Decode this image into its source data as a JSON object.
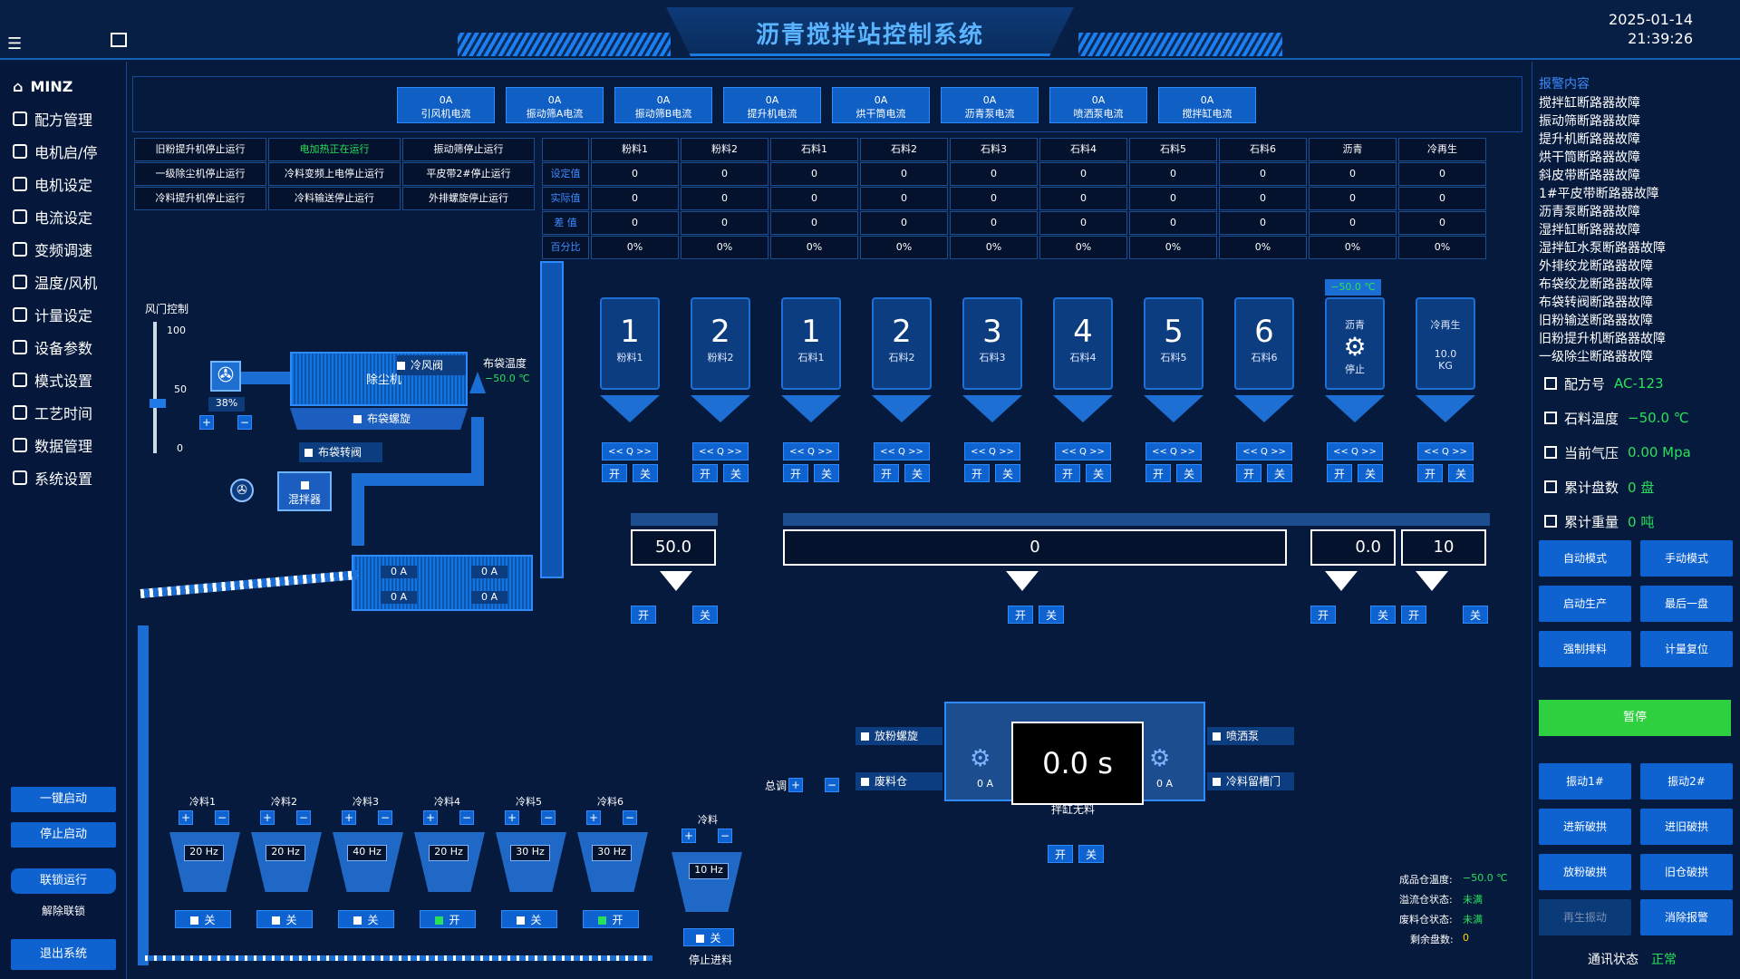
{
  "header": {
    "title": "沥青搅拌站控制系统",
    "date": "2025-01-14",
    "time": "21:39:26"
  },
  "sidebar": {
    "brand": "MINZ",
    "items": [
      "配方管理",
      "电机启/停",
      "电机设定",
      "电流设定",
      "变频调速",
      "温度/风机",
      "计量设定",
      "设备参数",
      "模式设置",
      "工艺时间",
      "数据管理",
      "系统设置"
    ],
    "btn_one_start": "一键启动",
    "btn_stop_start": "停止启动",
    "btn_link_run": "联锁运行",
    "btn_unlink": "解除联锁",
    "btn_exit": "退出系统"
  },
  "currents": [
    {
      "v": "0A",
      "n": "引风机电流"
    },
    {
      "v": "0A",
      "n": "振动筛A电流"
    },
    {
      "v": "0A",
      "n": "振动筛B电流"
    },
    {
      "v": "0A",
      "n": "提升机电流"
    },
    {
      "v": "0A",
      "n": "烘干筒电流"
    },
    {
      "v": "0A",
      "n": "沥青泵电流"
    },
    {
      "v": "0A",
      "n": "喷洒泵电流"
    },
    {
      "v": "0A",
      "n": "搅拌缸电流"
    }
  ],
  "status_grid": [
    [
      "旧粉提升机停止运行",
      "电加热正在运行",
      "振动筛停止运行"
    ],
    [
      "一级除尘机停止运行",
      "冷料变频上电停止运行",
      "平皮带2#停止运行"
    ],
    [
      "冷料提升机停止运行",
      "冷料输送停止运行",
      "外排螺旋停止运行"
    ]
  ],
  "table": {
    "cols": [
      "粉料1",
      "粉料2",
      "石料1",
      "石料2",
      "石料3",
      "石料4",
      "石料5",
      "石料6",
      "沥青",
      "冷再生"
    ],
    "rows": [
      {
        "label": "设定值",
        "vals": [
          "0",
          "0",
          "0",
          "0",
          "0",
          "0",
          "0",
          "0",
          "0",
          "0"
        ]
      },
      {
        "label": "实际值",
        "vals": [
          "0",
          "0",
          "0",
          "0",
          "0",
          "0",
          "0",
          "0",
          "0",
          "0"
        ]
      },
      {
        "label": "差 值",
        "vals": [
          "0",
          "0",
          "0",
          "0",
          "0",
          "0",
          "0",
          "0",
          "0",
          "0"
        ]
      },
      {
        "label": "百分比",
        "vals": [
          "0%",
          "0%",
          "0%",
          "0%",
          "0%",
          "0%",
          "0%",
          "0%",
          "0%",
          "0%"
        ]
      }
    ]
  },
  "damper": {
    "title": "风门控制",
    "s100": "100",
    "s50": "50",
    "s0": "0",
    "pct": "38%",
    "plus": "+",
    "minus": "−"
  },
  "dust": {
    "name": "除尘机",
    "cold_valve": "冷风阀",
    "bag_temp_label": "布袋温度",
    "bag_temp": "−50.0 ℃",
    "bag_screw": "布袋螺旋",
    "bag_valve": "布袋转阀",
    "mixer": "混拌器"
  },
  "drum": {
    "a": [
      "0 A",
      "0 A",
      "0 A",
      "0 A"
    ]
  },
  "hoppers": [
    {
      "n": "1",
      "l": "粉料1"
    },
    {
      "n": "2",
      "l": "粉料2"
    },
    {
      "n": "1",
      "l": "石料1"
    },
    {
      "n": "2",
      "l": "石料2"
    },
    {
      "n": "3",
      "l": "石料3"
    },
    {
      "n": "4",
      "l": "石料4"
    },
    {
      "n": "5",
      "l": "石料5"
    },
    {
      "n": "6",
      "l": "石料6"
    }
  ],
  "asphalt": {
    "temp": "−50.0 ℃",
    "label": "沥青",
    "state": "停止"
  },
  "coldregen": {
    "label": "冷再生",
    "val": "10.0",
    "unit": "KG"
  },
  "q_label": "<< Q >>",
  "open": "开",
  "close": "关",
  "scales": {
    "powder": "50.0",
    "stone": "0",
    "asphalt": "0.0",
    "regen": "10"
  },
  "mixer": {
    "time": "0.0 s",
    "left_a": "0 A",
    "right_a": "0 A",
    "no_mat": "拌缸无料",
    "powder_screw": "放粉螺旋",
    "waste": "废料仓",
    "spray": "喷洒泵",
    "cold_door": "冷料留槽门",
    "total": "总调"
  },
  "cold_feed": [
    {
      "l": "冷料1",
      "hz": "20 Hz",
      "st": "关"
    },
    {
      "l": "冷料2",
      "hz": "20 Hz",
      "st": "关"
    },
    {
      "l": "冷料3",
      "hz": "40 Hz",
      "st": "关"
    },
    {
      "l": "冷料4",
      "hz": "20 Hz",
      "st": "开"
    },
    {
      "l": "冷料5",
      "hz": "30 Hz",
      "st": "关"
    },
    {
      "l": "冷料6",
      "hz": "30 Hz",
      "st": "开"
    }
  ],
  "cold_main": {
    "l": "冷料",
    "hz": "10 Hz",
    "st": "关",
    "stop": "停止进料"
  },
  "product": {
    "temp_l": "成品仓温度:",
    "temp": "−50.0 ℃",
    "over_l": "溢流仓状态:",
    "over": "未满",
    "waste_l": "废料仓状态:",
    "waste": "未满",
    "left_l": "剩余盘数:",
    "left": "0"
  },
  "alarms": {
    "title": "报警内容",
    "items": [
      "搅拌缸断路器故障",
      "振动筛断路器故障",
      "提升机断路器故障",
      "烘干筒断路器故障",
      "斜皮带断路器故障",
      "1#平皮带断路器故障",
      "沥青泵断路器故障",
      "湿拌缸断路器故障",
      "湿拌缸水泵断路器故障",
      "外排绞龙断路器故障",
      "布袋绞龙断路器故障",
      "布袋转阀断路器故障",
      "旧粉输送断路器故障",
      "旧粉提升机断路器故障",
      "一级除尘断路器故障"
    ]
  },
  "info": [
    {
      "l": "配方号",
      "v": "AC-123"
    },
    {
      "l": "石料温度",
      "v": "−50.0 ℃"
    },
    {
      "l": "当前气压",
      "v": "0.00 Mpa"
    },
    {
      "l": "累计盘数",
      "v": "0 盘"
    },
    {
      "l": "累计重量",
      "v": "0 吨"
    }
  ],
  "rbtns": [
    "自动模式",
    "手动模式",
    "启动生产",
    "最后一盘",
    "强制排料",
    "计量复位"
  ],
  "pause": "暂停",
  "rbtns2": [
    "振动1#",
    "振动2#",
    "进新破拱",
    "进旧破拱",
    "放粉破拱",
    "旧仓破拱",
    "再生振动",
    "消除报警"
  ],
  "comm": {
    "l": "通讯状态",
    "v": "正常"
  },
  "colors": {
    "accent": "#0e63d0",
    "ok": "#29e05a",
    "bg": "#061a3d"
  }
}
